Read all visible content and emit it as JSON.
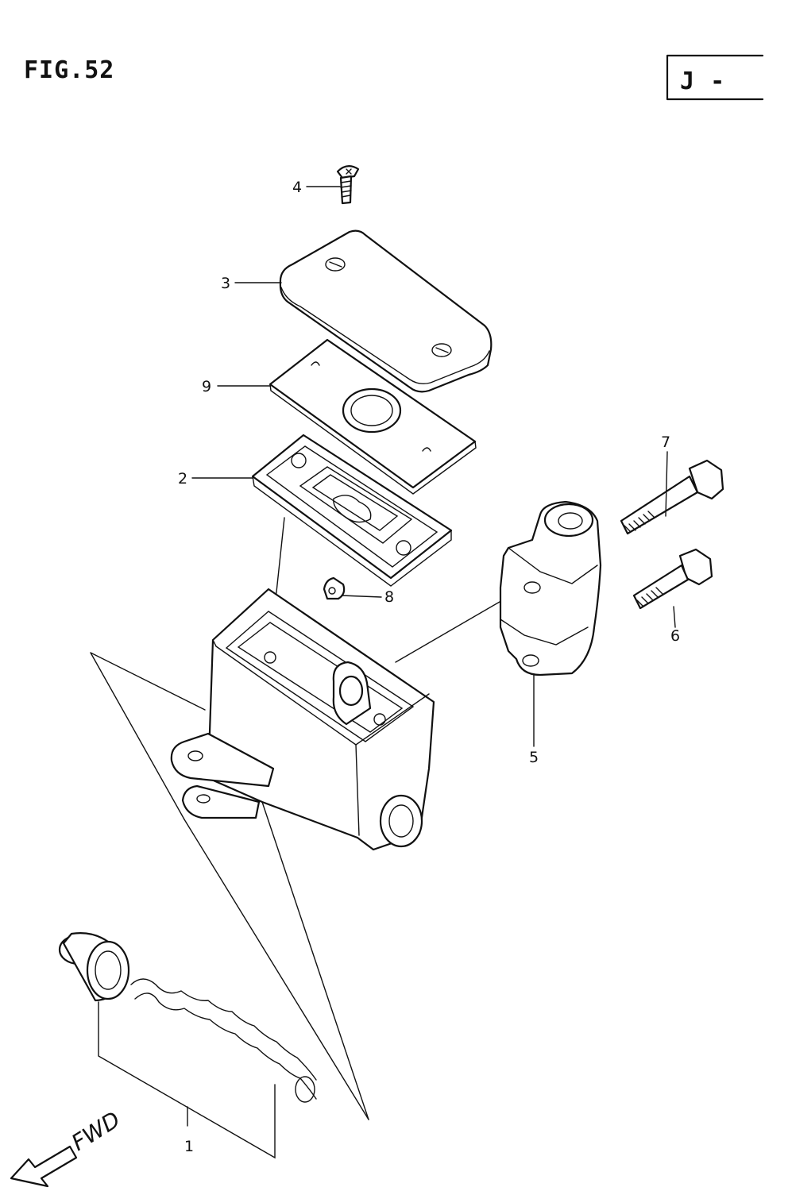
{
  "figure_title": "FIG.52",
  "region_code": "J -",
  "direction_label": "FWD",
  "callouts": [
    "1",
    "2",
    "3",
    "4",
    "5",
    "6",
    "7",
    "8",
    "9"
  ]
}
